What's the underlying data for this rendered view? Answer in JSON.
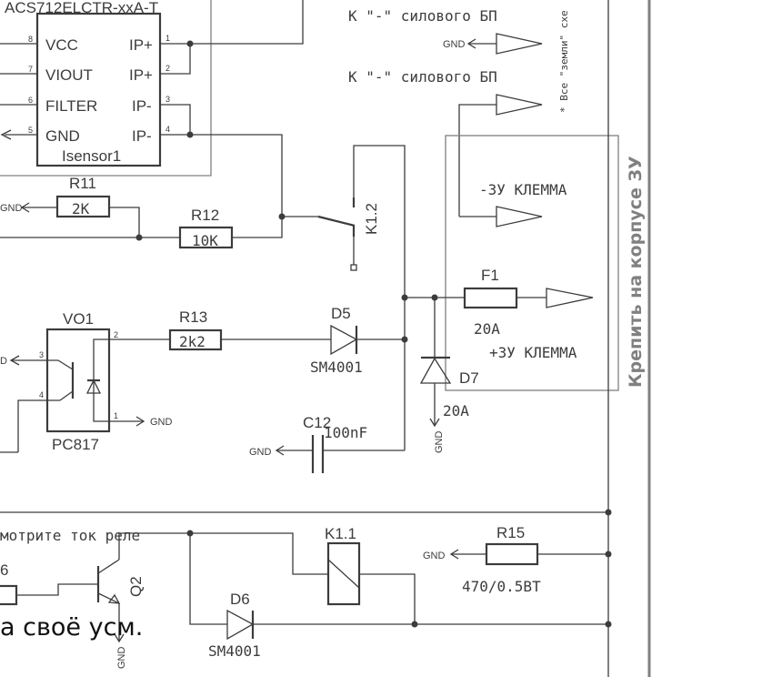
{
  "sensor": {
    "part": "ACS712ELCTR-xxA-T",
    "ref": "Isensor1",
    "pins_left": [
      {
        "num": "8",
        "name": "VCC"
      },
      {
        "num": "7",
        "name": "VIOUT"
      },
      {
        "num": "6",
        "name": "FILTER"
      },
      {
        "num": "5",
        "name": "GND"
      }
    ],
    "pins_right": [
      {
        "num": "1",
        "name": "IP+"
      },
      {
        "num": "2",
        "name": "IP+"
      },
      {
        "num": "3",
        "name": "IP-"
      },
      {
        "num": "4",
        "name": "IP-"
      }
    ]
  },
  "notes": {
    "power_minus_1": "К \"-\" силового БП",
    "power_minus_2": "К \"-\" силового БП",
    "ground_note": "* Все \"земли\" схе",
    "minus_terminal": "-ЗУ КЛЕММА",
    "plus_terminal": "+ЗУ КЛЕММА",
    "mount_note": "Крепить на корпусе ЗУ",
    "relay_current_note": "мотрите ток реле",
    "discretion_note": "а своё усм."
  },
  "gnd_label": "GND",
  "components": {
    "r11": {
      "ref": "R11",
      "value": "2K"
    },
    "r12": {
      "ref": "R12",
      "value": "10K"
    },
    "r13": {
      "ref": "R13",
      "value": "2k2"
    },
    "r15": {
      "ref": "R15",
      "value": "470/0.5ВТ"
    },
    "r16_partial": {
      "ref": "6"
    },
    "k12": {
      "ref": "K1.2"
    },
    "k11": {
      "ref": "K1.1"
    },
    "vo1": {
      "ref": "VO1",
      "part": "PC817",
      "pins": [
        "3",
        "4",
        "2",
        "1"
      ]
    },
    "d5": {
      "ref": "D5",
      "part": "SM4001"
    },
    "d6": {
      "ref": "D6",
      "part": "SM4001"
    },
    "d7": {
      "ref": "D7",
      "value": "20A"
    },
    "f1": {
      "ref": "F1",
      "value": "20A"
    },
    "c12": {
      "ref": "C12",
      "value": "100nF"
    },
    "q2": {
      "ref": "Q2"
    }
  }
}
